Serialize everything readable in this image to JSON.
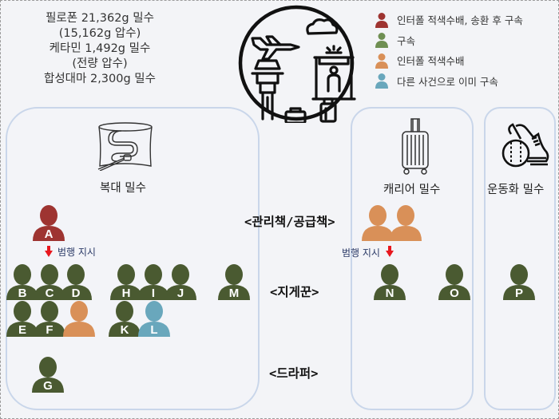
{
  "summary": {
    "lines": [
      "필로폰 21,362g 밀수",
      "(15,162g 압수)",
      "케타민 1,492g 밀수",
      "(전량 압수)",
      "합성대마 2,300g 밀수"
    ]
  },
  "colors": {
    "red": "#9e3431",
    "green": "#4a5a31",
    "legend_green": "#6f8f52",
    "orange": "#d99058",
    "blue": "#69a7bc",
    "panel_border": "#c9d6ea",
    "arrow": "#e8171e",
    "order_text": "#2b3a67"
  },
  "legend": {
    "items": [
      {
        "label": "인터폴 적색수배, 송환 후 구속",
        "color": "#9e3431",
        "icon": "person-icon"
      },
      {
        "label": "구속",
        "color": "#6f8f52",
        "icon": "person-icon"
      },
      {
        "label": "인터폴 적색수배",
        "color": "#d99058",
        "icon": "person-icon"
      },
      {
        "label": "다른 사건으로 이미 구속",
        "color": "#69a7bc",
        "icon": "person-icon"
      }
    ]
  },
  "hero_icon": "airport-security-icon",
  "panels": [
    {
      "title": "복대 밀수",
      "icon": "waist-belt-icon"
    },
    {
      "title": "캐리어 밀수",
      "icon": "suitcase-icon"
    },
    {
      "title": "운동화 밀수",
      "icon": "sneaker-ball-icon"
    }
  ],
  "roles": {
    "manager": "<관리책/공급책>",
    "courier": "<지게꾼>",
    "dropper": "<드라퍼>"
  },
  "order_label": "범행 지시",
  "people": [
    {
      "id": "A",
      "status": "red"
    },
    {
      "id": "B",
      "status": "green"
    },
    {
      "id": "C",
      "status": "green"
    },
    {
      "id": "D",
      "status": "green"
    },
    {
      "id": "E",
      "status": "green"
    },
    {
      "id": "F",
      "status": "green"
    },
    {
      "id": "",
      "status": "orange"
    },
    {
      "id": "G",
      "status": "green"
    },
    {
      "id": "H",
      "status": "green"
    },
    {
      "id": "I",
      "status": "green"
    },
    {
      "id": "J",
      "status": "green"
    },
    {
      "id": "K",
      "status": "green"
    },
    {
      "id": "L",
      "status": "blue"
    },
    {
      "id": "M",
      "status": "green"
    },
    {
      "id": "",
      "status": "orange"
    },
    {
      "id": "",
      "status": "orange"
    },
    {
      "id": "N",
      "status": "green"
    },
    {
      "id": "O",
      "status": "green"
    },
    {
      "id": "P",
      "status": "green"
    }
  ]
}
